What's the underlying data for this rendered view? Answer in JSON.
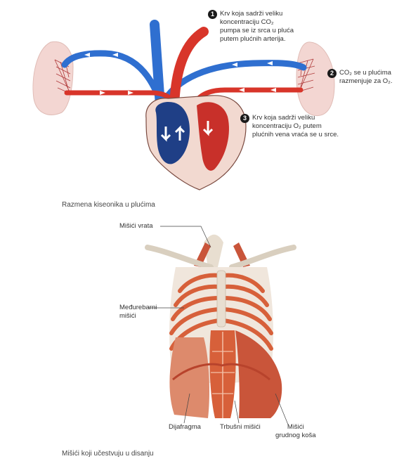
{
  "circulation": {
    "notes": [
      {
        "num": "1",
        "lines": [
          "Krv koja sadrži veliku",
          "koncentraciju CO₂",
          "pumpa se iz srca u pluća",
          "putem plućnih arterija."
        ]
      },
      {
        "num": "2",
        "lines": [
          "CO₂ se u plućima",
          "razmenjuje za O₂."
        ]
      },
      {
        "num": "3",
        "lines": [
          "Krv koja sadrži veliku",
          "koncentraciju O₂ putem",
          "plućnih vena vraća se u srce."
        ]
      }
    ],
    "caption": "Razmena kiseonika u plućima"
  },
  "muscles": {
    "labels": {
      "neck": "Mišići vrata",
      "intercostal": [
        "Međurebarni",
        "mišići"
      ],
      "diaphragm": "Dijafragma",
      "abdominal": "Trbušni mišići",
      "chest": [
        "Mišići",
        "grudnog koša"
      ]
    },
    "caption": "Mišići koji učestvuju u disanju"
  },
  "colors": {
    "deoxygenated": "#2f6fd0",
    "oxygenated": "#d8352a",
    "lung": "#f3d6d2",
    "muscle": "#d7603a",
    "bone": "#ece4d6"
  }
}
